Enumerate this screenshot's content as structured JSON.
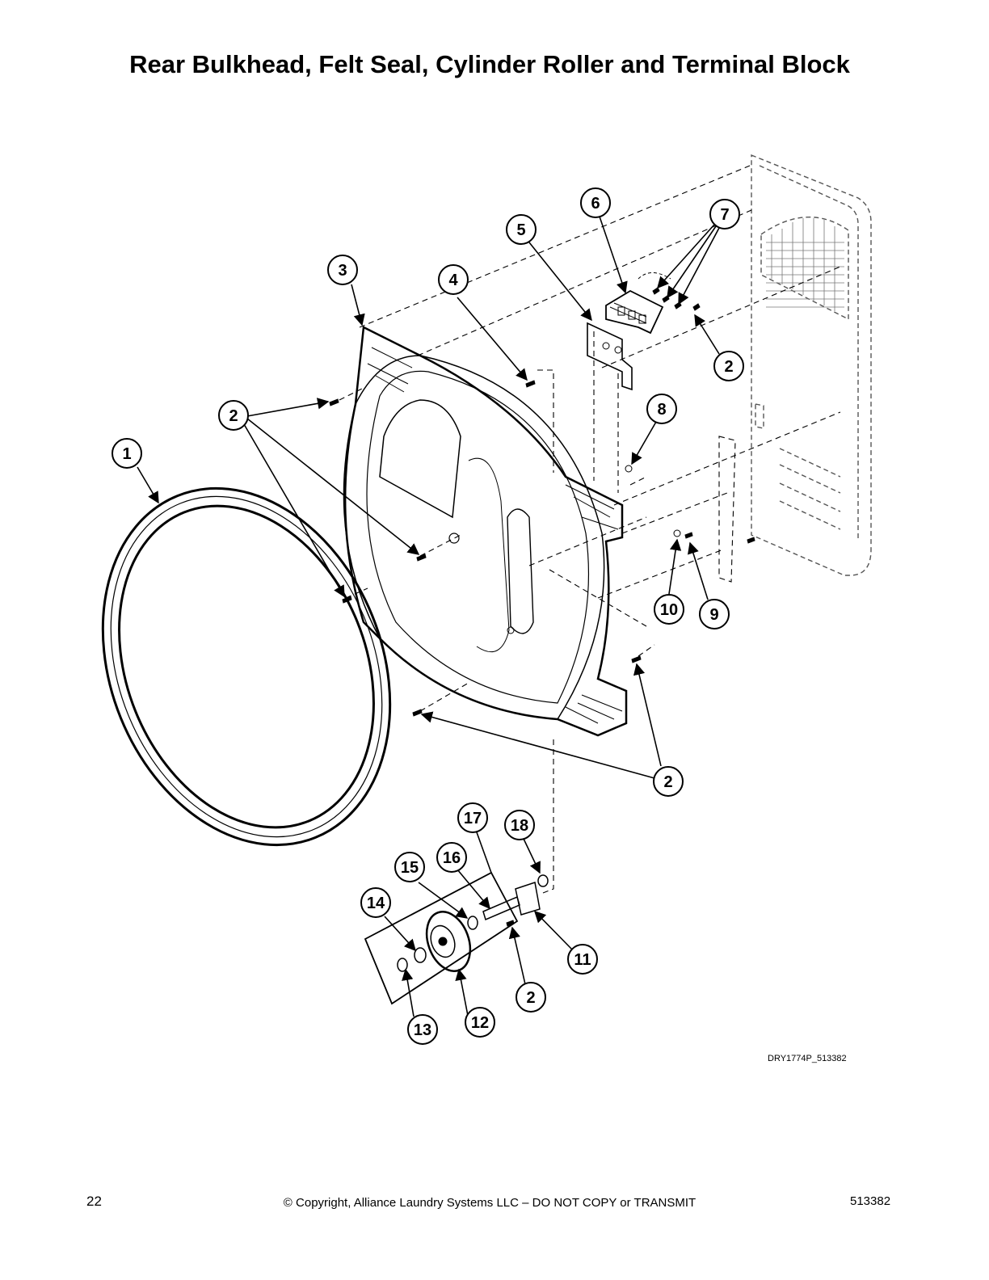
{
  "title": "Rear Bulkhead, Felt Seal, Cylinder Roller and Terminal Block",
  "drawing_id": "DRY1774P_513382",
  "footer": {
    "page_number": "22",
    "copyright": "© Copyright, Alliance Laundry Systems LLC – DO NOT COPY or TRANSMIT",
    "doc_number": "513382"
  },
  "callouts": {
    "c1": "1",
    "c2a": "2",
    "c2b": "2",
    "c2c": "2",
    "c2d": "2",
    "c3": "3",
    "c4": "4",
    "c5": "5",
    "c6": "6",
    "c7": "7",
    "c8": "8",
    "c9": "9",
    "c10": "10",
    "c11": "11",
    "c12": "12",
    "c13": "13",
    "c14": "14",
    "c15": "15",
    "c16": "16",
    "c17": "17",
    "c18": "18"
  }
}
